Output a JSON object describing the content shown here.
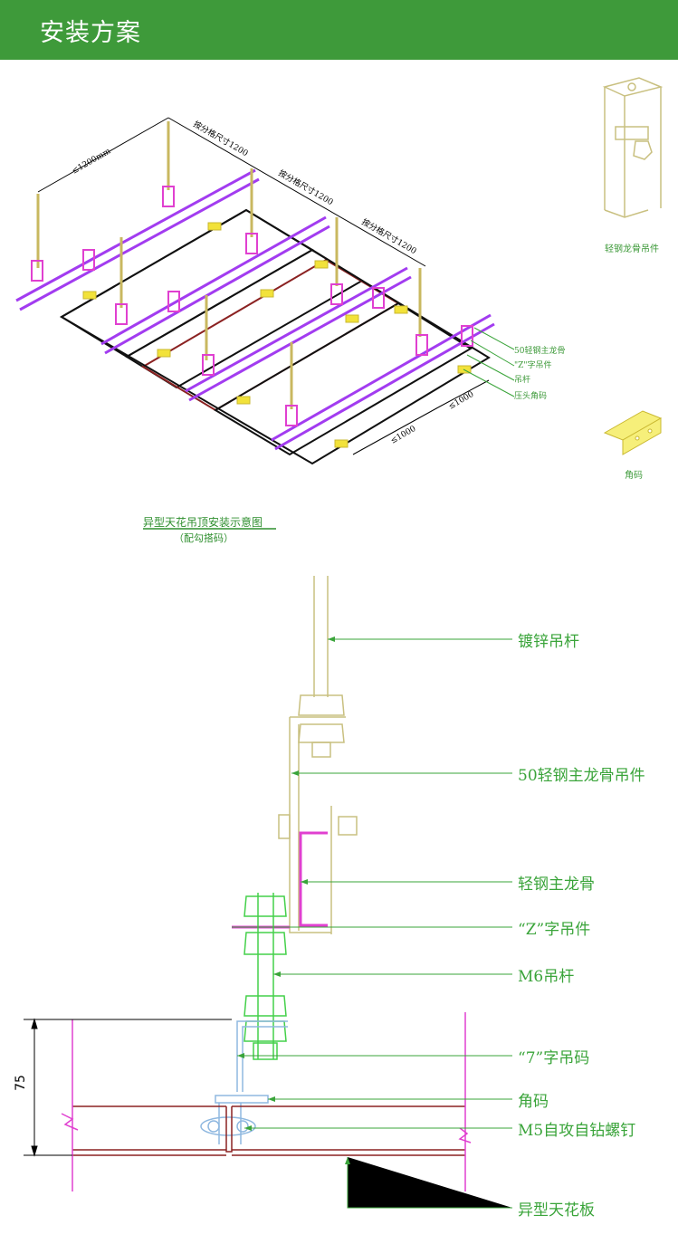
{
  "header": {
    "title": "安装方案"
  },
  "iso_diagram": {
    "dims": [
      "≤1200mm",
      "按分格尺寸1200",
      "按分格尺寸1200",
      "按分格尺寸1200",
      "≤1000",
      "≤1000"
    ],
    "callouts": [
      "50轻钢主龙骨",
      "\"Z\"字吊件",
      "吊杆",
      "压头角码"
    ],
    "caption": "异型天花吊顶安装示意图",
    "subcaption": "（配勾搭码）"
  },
  "parts": {
    "hanger_label": "轻钢龙骨吊件",
    "corner_label": "角码"
  },
  "section": {
    "labels": [
      "镀锌吊杆",
      "50轻钢主龙骨吊件",
      "轻钢主龙骨",
      "“Z”字吊件",
      "M6吊杆",
      "“7”字吊码",
      "角码",
      "M5自攻自钻螺钉",
      "异型天花板"
    ],
    "dimension": "75"
  },
  "colors": {
    "header": "#3e9a3a",
    "label_green": "#3aa43a",
    "purple": "#a23cf0",
    "magenta": "#e040d0",
    "yellow": "#f2e23a",
    "panel_red": "#8b2222"
  }
}
